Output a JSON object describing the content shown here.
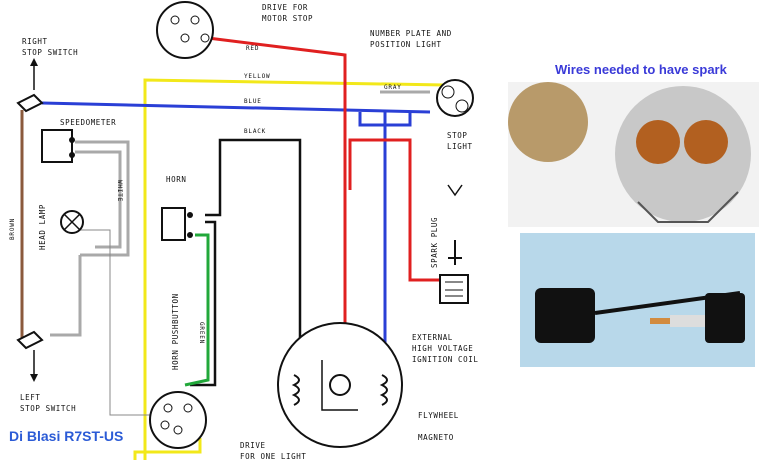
{
  "labels": {
    "drive_for_motor_stop": [
      "DRIVE FOR",
      "MOTOR STOP"
    ],
    "number_plate_light": [
      "NUMBER PLATE AND",
      "POSITION LIGHT"
    ],
    "right_stop_switch": [
      "RIGHT",
      "STOP SWITCH"
    ],
    "speedometer": "SPEEDOMETER",
    "head_lamp": "HEAD LAMP",
    "horn": "HORN",
    "horn_pushbutton": "HORN PUSHBUTTON",
    "stop_light": [
      "STOP",
      "LIGHT"
    ],
    "spark_plug": "SPARK PLUG",
    "external_coil": [
      "EXTERNAL",
      "HIGH VOLTAGE",
      "IGNITION COIL"
    ],
    "left_stop_switch": [
      "LEFT",
      "STOP SWITCH"
    ],
    "flywheel_magneto": [
      "FLYWHEEL",
      "MAGNETO"
    ],
    "drive_for_one_light": [
      "DRIVE",
      "FOR ONE LIGHT"
    ]
  },
  "wire_labels": {
    "red": "RED",
    "yellow": "YELLOW",
    "blue": "BLUE",
    "gray": "GRAY",
    "black": "BLACK",
    "brown": "BROWN",
    "white": "WHITE",
    "green": "GREEN"
  },
  "overlay": {
    "callout": "Wires needed to have spark",
    "model": "Di Blasi R7ST-US"
  },
  "colors": {
    "red": "#e02020",
    "yellow": "#f2e81a",
    "blue": "#2a3fd6",
    "gray": "#a9a9a9",
    "black": "#111111",
    "brown": "#8b5a3c",
    "green": "#21a83a",
    "callout": "#3a3ad8"
  }
}
